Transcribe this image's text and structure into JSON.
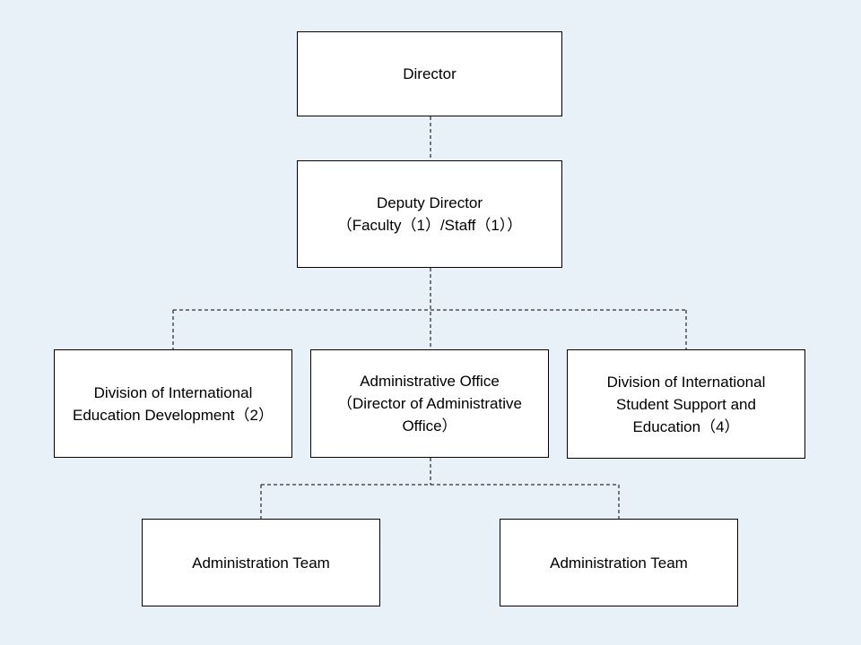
{
  "colors": {
    "background": "#e8f0f8",
    "box_fill": "#ffffff",
    "box_border": "#000000",
    "connector": "#000000"
  },
  "connector_style": "dashed",
  "nodes": {
    "director": {
      "lines": [
        "Director"
      ]
    },
    "deputy": {
      "lines": [
        "Deputy Director",
        "（Faculty（1）/Staff（1））"
      ]
    },
    "div_ied": {
      "lines": [
        "Division of International",
        "Education Development（2）"
      ]
    },
    "admin_office": {
      "lines": [
        "Administrative Office",
        "（Director of Administrative",
        "Office）"
      ]
    },
    "div_issse": {
      "lines": [
        "Division of International",
        "Student Support and",
        "Education（4）"
      ]
    },
    "admin_team_1": {
      "lines": [
        "Administration Team"
      ]
    },
    "admin_team_2": {
      "lines": [
        "Administration Team"
      ]
    }
  },
  "edges": [
    [
      "director",
      "deputy"
    ],
    [
      "deputy",
      "div_ied"
    ],
    [
      "deputy",
      "admin_office"
    ],
    [
      "deputy",
      "div_issse"
    ],
    [
      "admin_office",
      "admin_team_1"
    ],
    [
      "admin_office",
      "admin_team_2"
    ]
  ]
}
